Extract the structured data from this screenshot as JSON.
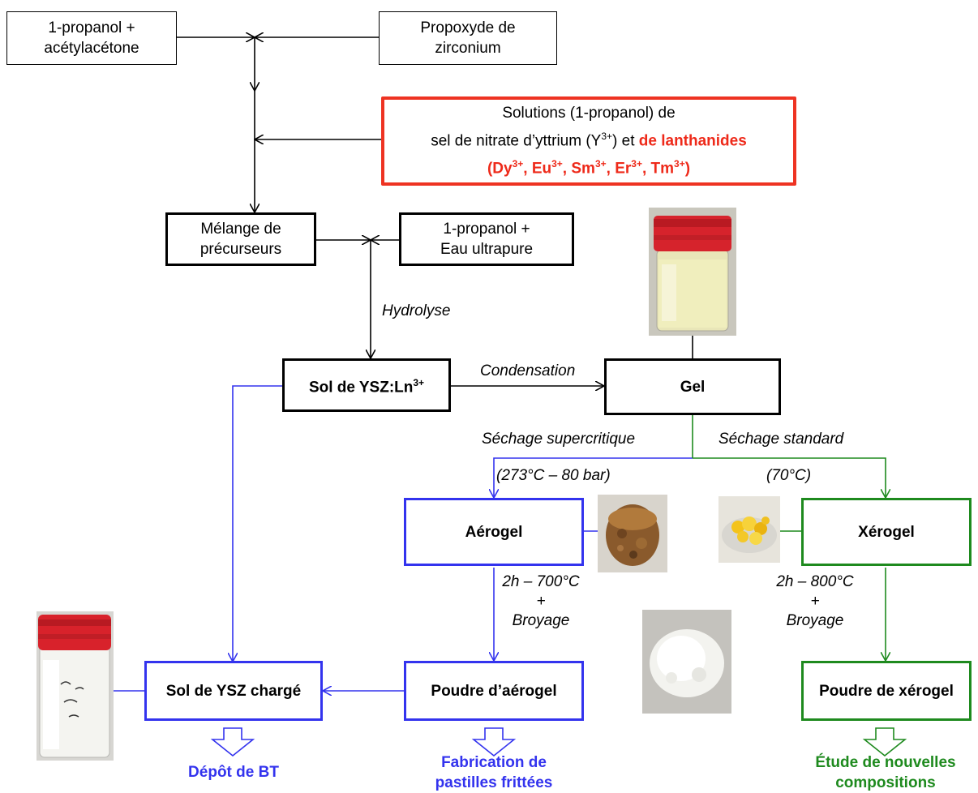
{
  "boxes": {
    "propanol_acac": [
      "1-propanol +",
      "acétylacétone"
    ],
    "propoxyde": [
      "Propoxyde de",
      "zirconium"
    ],
    "solutions": {
      "line1": "Solutions (1-propanol) de",
      "line2a": "sel de nitrate d’yttrium (Y",
      "line2sup": "3+",
      "line2b": ") et ",
      "line2red": "de lanthanides",
      "ions": [
        {
          "base": "Dy",
          "sup": "3+"
        },
        {
          "base": "Eu",
          "sup": "3+"
        },
        {
          "base": "Sm",
          "sup": "3+"
        },
        {
          "base": "Er",
          "sup": "3+"
        },
        {
          "base": "Tm",
          "sup": "3+"
        }
      ],
      "sep": ", ",
      "open": "(",
      "close": ")"
    },
    "melange": [
      "Mélange de",
      "précurseurs"
    ],
    "propanol_eau": [
      "1-propanol +",
      "Eau ultrapure"
    ],
    "sol": {
      "text": "Sol de YSZ:Ln",
      "sup": "3+"
    },
    "gel": "Gel",
    "aerogel": "Aérogel",
    "xerogel": "Xérogel",
    "sol_charge": "Sol de YSZ chargé",
    "poudre_aerogel": "Poudre d’aérogel",
    "poudre_xerogel": "Poudre de xérogel"
  },
  "labels": {
    "hydrolyse": "Hydrolyse",
    "condensation": "Condensation",
    "sechage_super": "Séchage supercritique",
    "sechage_std": "Séchage standard",
    "cond_super": "(273°C – 80  bar)",
    "cond_std": "(70°C)",
    "calc_aero": [
      "2h – 700°C",
      "+",
      "Broyage"
    ],
    "calc_xero": [
      "2h – 800°C",
      "+",
      "Broyage"
    ]
  },
  "outputs": {
    "depot": [
      "Dépôt de BT"
    ],
    "fabrication": [
      "Fabrication de",
      "pastilles frittées"
    ],
    "etude": [
      "Étude de nouvelles",
      "compositions"
    ]
  },
  "colors": {
    "blue": "#3333ee",
    "green": "#1e8a1e",
    "red": "#ee2a1a",
    "black": "#000000"
  },
  "photos": [
    "gel-vial-photo",
    "aerogel-photo",
    "xerogel-photo",
    "aerogel-powder-photo",
    "sol-bottle-photo"
  ]
}
